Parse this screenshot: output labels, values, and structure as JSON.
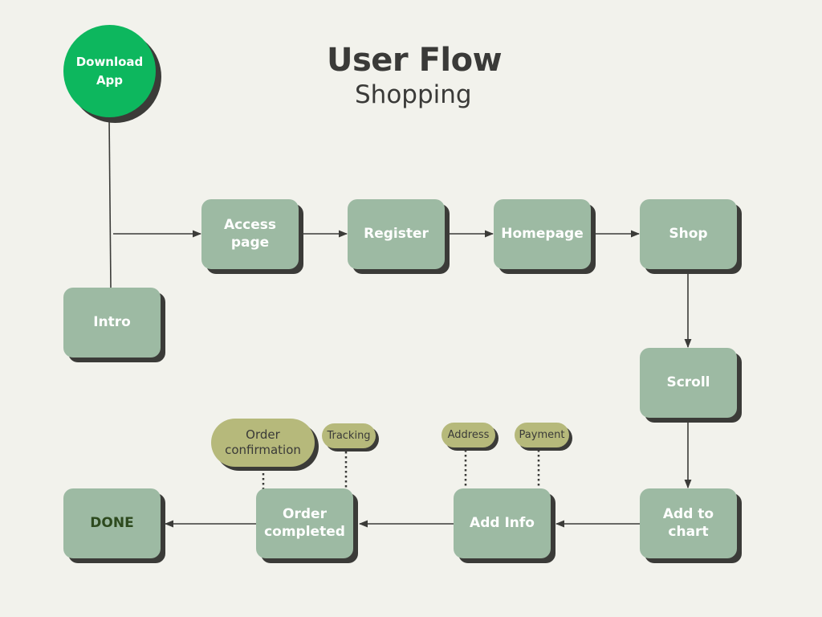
{
  "title": "User Flow",
  "subtitle": "Shopping",
  "colors": {
    "background": "#f2f2ec",
    "node": "#9dbaa3",
    "start_node": "#0db75e",
    "pill": "#b6b97b",
    "shadow": "#3b3b38",
    "connector": "#3b3b38"
  },
  "nodes": {
    "download_app": "Download\nApp",
    "intro": "Intro",
    "access_page": "Access page",
    "register": "Register",
    "homepage": "Homepage",
    "shop": "Shop",
    "scroll": "Scroll",
    "add_to_chart": "Add to chart",
    "add_info": "Add Info",
    "order_completed": "Order\ncompleted",
    "done": "DONE"
  },
  "notes": {
    "order_confirmation": "Order\nconfirmation",
    "tracking": "Tracking",
    "address": "Address",
    "payment": "Payment"
  }
}
